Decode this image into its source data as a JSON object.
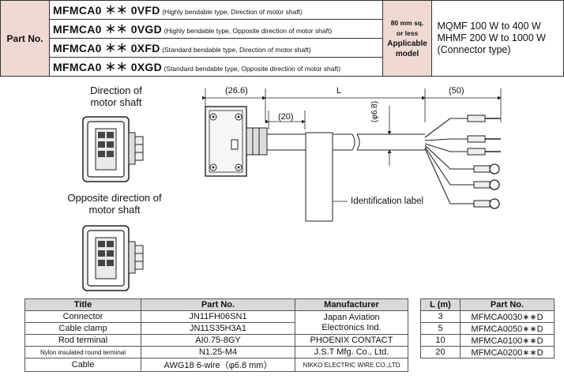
{
  "header": {
    "part_no_label": "Part No.",
    "models": [
      {
        "code": "MFMCA0 ＊＊ 0VFD",
        "desc": "(Highly bendable type, Direction of motor shaft)"
      },
      {
        "code": "MFMCA0 ＊＊ 0VGD",
        "desc": "(Highly bendable type, Opposite direction of motor shaft)"
      },
      {
        "code": "MFMCA0 ＊＊ 0XFD",
        "desc": "(Standard bendable type, Direction of motor shaft)"
      },
      {
        "code": "MFMCA0 ＊＊ 0XGD",
        "desc": "(Standard bendable type, Opposite direction of motor shaft)"
      }
    ],
    "applicable_size": "80 mm sq.",
    "applicable_or_less": "or less",
    "applicable_label_1": "Applicable",
    "applicable_label_2": "model",
    "motor_lines": [
      "MQMF  100 W to 400 W",
      "MHMF  200 W to 1000 W",
      "(Connector type)"
    ]
  },
  "drawing": {
    "caption_direction_1": "Direction of",
    "caption_direction_2": "motor shaft",
    "caption_opposite_1": "Opposite direction of",
    "caption_opposite_2": "motor shaft",
    "dim_connector": "(26.6)",
    "dim_length": "L",
    "dim_leads": "(50)",
    "dim_clamp": "(20)",
    "dim_diameter": "(φ6.8)",
    "label_text": "Identification label"
  },
  "parts_table": {
    "headers": [
      "Title",
      "Part No.",
      "Manufacturer"
    ],
    "rows": [
      {
        "title": "Connector",
        "part": "JN11FH06SN1"
      },
      {
        "title": "Cable clamp",
        "part": "JN11S35H3A1"
      },
      {
        "title": "Rod terminal",
        "part": "AI0.75-8GY",
        "manufacturer": "PHOENIX CONTACT"
      },
      {
        "title": "Nylon insulated round terminal",
        "part": "N1.25-M4",
        "manufacturer": "J.S.T Mfg. Co., Ltd."
      },
      {
        "title": "Cable",
        "part": "AWG18 6-wire（φ6.8 mm）",
        "manufacturer": "NIKKO ELECTRIC WIRE CO.,LTD"
      }
    ],
    "merged_manufacturer_1": "Japan Aviation",
    "merged_manufacturer_2": "Electronics Ind."
  },
  "length_table": {
    "headers": [
      "L (m)",
      "Part No."
    ],
    "rows": [
      {
        "l": "3",
        "part": "MFMCA0030∗∗D"
      },
      {
        "l": "5",
        "part": "MFMCA0050∗∗D"
      },
      {
        "l": "10",
        "part": "MFMCA0100∗∗D"
      },
      {
        "l": "20",
        "part": "MFMCA0200∗∗D"
      }
    ]
  }
}
